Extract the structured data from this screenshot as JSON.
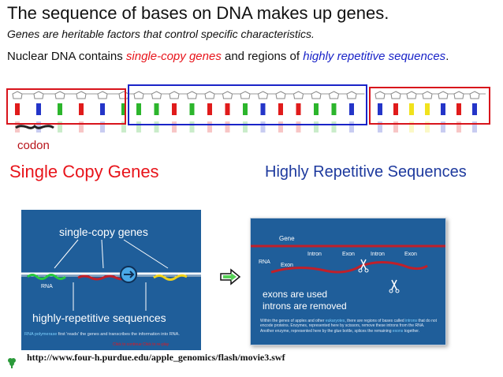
{
  "title": "The sequence of bases on DNA makes up genes.",
  "subtitle": "Genes are heritable factors that control specific characteristics.",
  "nuclear": {
    "prefix": "Nuclear DNA contains ",
    "single": "single-copy genes",
    "middle": " and regions of ",
    "repetitive": "highly repetitive sequences",
    "suffix": "."
  },
  "codon_label": "codon",
  "headings": {
    "single": "Single Copy Genes",
    "repetitive": "Highly Repetitive Sequences"
  },
  "left_panel": {
    "label_top": "single-copy genes",
    "label_bottom": "highly-repetitive sequences",
    "rna": "RNA",
    "caption_hl": "RNA polymerase",
    "caption_rest": " first 'reads' the genes and transcribes the information into RNA.",
    "footer": "Click to continue      Click to re-play"
  },
  "right_panel": {
    "gene": "Gene",
    "rna": "RNA",
    "exon_a": "Exon",
    "segments": [
      "Intron",
      "Exon",
      "Intron",
      "Exon"
    ],
    "used_line1": "exons are used",
    "used_line2": "introns are removed",
    "caption_1": "Within the genes of apples and other ",
    "caption_hl1": "eukaryotes",
    "caption_2": ", there are regions of bases called ",
    "caption_hl2": "introns",
    "caption_3": " that do not encode proteins. Enzymes, represented here by scissors, remove these introns from the RNA. Another enzyme, represented here by the glue bottle, splices the remaining ",
    "caption_hl3": "exons",
    "caption_4": " together."
  },
  "url": "http://www.four-h.purdue.edu/apple_genomics/flash/movie3.swf",
  "colors": {
    "red_box": "#d8141c",
    "blue_box": "#1a24c8",
    "panel_bg": "#1f5e9a",
    "base_red": "#e01b1b",
    "base_green": "#2cb52c",
    "base_blue": "#2435c8",
    "base_yellow": "#f1e21c"
  },
  "dna_bases": {
    "box1": [
      "red",
      "blue",
      "green",
      "red",
      "blue",
      "green"
    ],
    "box2": [
      "green",
      "green",
      "red",
      "green",
      "red",
      "red",
      "green",
      "blue",
      "red",
      "red",
      "green",
      "green",
      "blue"
    ],
    "box3": [
      "blue",
      "red",
      "yellow",
      "yellow",
      "blue",
      "red",
      "blue"
    ]
  }
}
